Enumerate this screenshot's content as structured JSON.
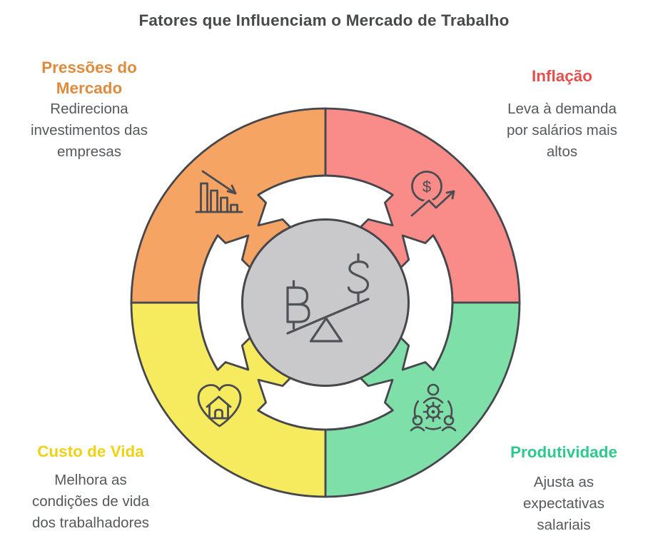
{
  "title": "Fatores que Influenciam o Mercado de Trabalho",
  "colors": {
    "outline": "#46474D",
    "icon_stroke": "#4A4C52",
    "center_circle_fill": "#C9C9CB",
    "body_text": "#56585D",
    "title_text": "#48494B",
    "white_ring": "#FFFFFF"
  },
  "quadrants": [
    {
      "id": "pressoes-do-mercado",
      "position": "top-left",
      "label": "Pressões do Mercado",
      "description": "Redireciona investimentos das empresas",
      "color": "#F5A463",
      "label_color": "#DF8B3E",
      "icon": "declining-bar-chart-with-arrow"
    },
    {
      "id": "inflacao",
      "position": "top-right",
      "label": "Inflação",
      "description": "Leva à demanda por salários mais altos",
      "color": "#F98C88",
      "label_color": "#E4504E",
      "icon": "dollar-coin-with-rising-arrow",
      "coin_symbol": "$"
    },
    {
      "id": "custo-de-vida",
      "position": "bottom-left",
      "label": "Custo de Vida",
      "description": "Melhora as condições de vida dos trabalhadores",
      "color": "#F6EA5E",
      "label_color": "#EED216",
      "icon": "heart-with-home"
    },
    {
      "id": "produtividade",
      "position": "bottom-right",
      "label": "Produtividade",
      "description": "Ajusta as expectativas salariais",
      "color": "#7FDFA8",
      "label_color": "#2EC98C",
      "icon": "team-around-gear"
    }
  ],
  "center": {
    "icon": "balance-scale",
    "left_symbol": "₿",
    "right_symbol": "$"
  }
}
